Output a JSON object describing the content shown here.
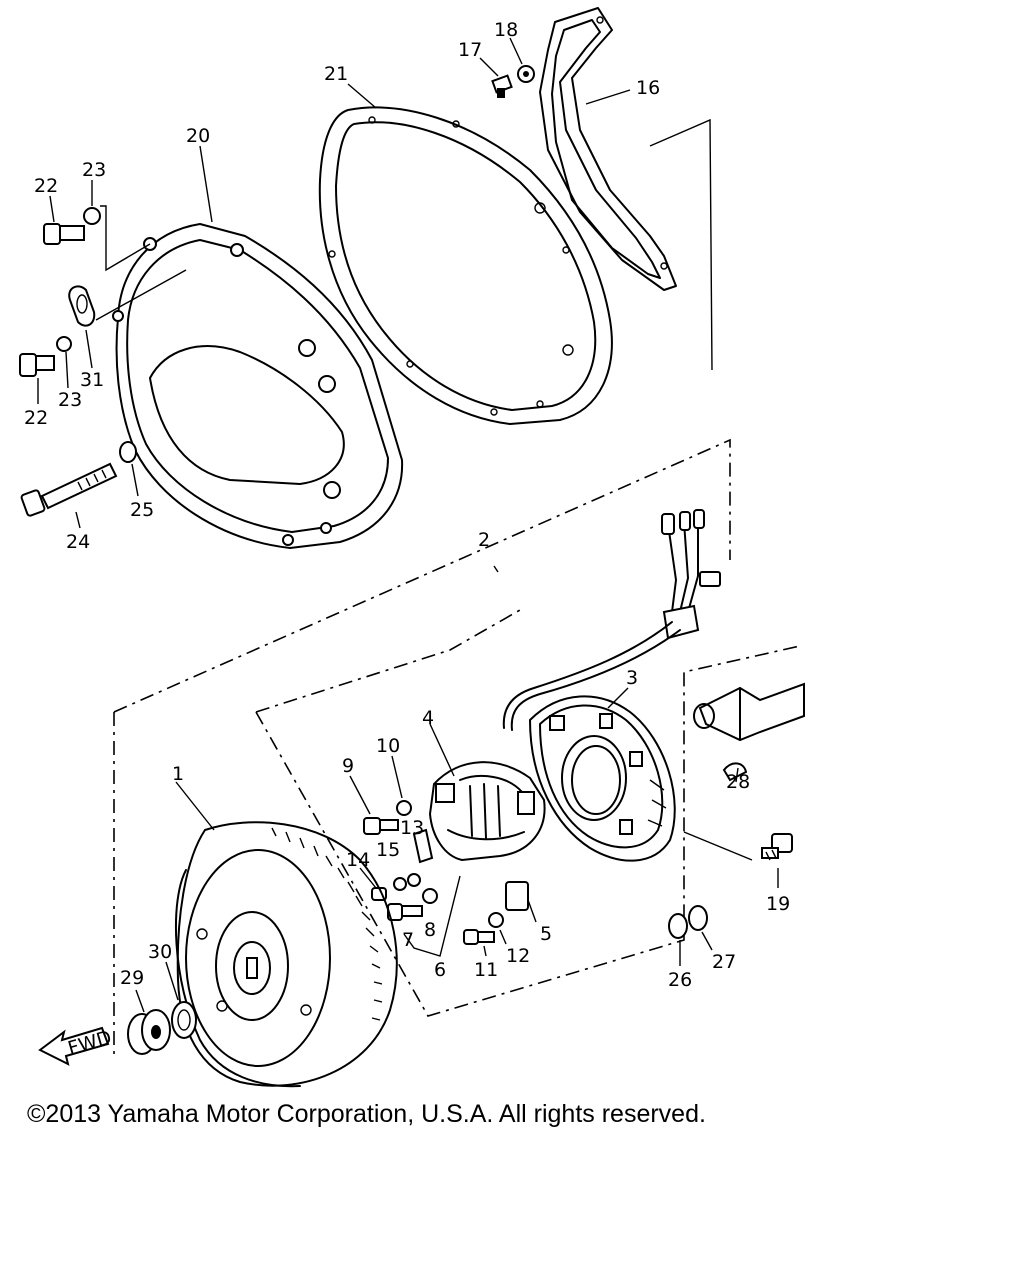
{
  "callouts": {
    "c1": "1",
    "c2": "2",
    "c3": "3",
    "c4": "4",
    "c5": "5",
    "c6": "6",
    "c7": "7",
    "c8": "8",
    "c9": "9",
    "c10": "10",
    "c11": "11",
    "c12": "12",
    "c13": "13",
    "c14": "14",
    "c15": "15",
    "c16": "16",
    "c17": "17",
    "c18": "18",
    "c19": "19",
    "c20": "20",
    "c21": "21",
    "c22a": "22",
    "c22b": "22",
    "c23a": "23",
    "c23b": "23",
    "c24": "24",
    "c25": "25",
    "c26": "26",
    "c27": "27",
    "c28": "28",
    "c29": "29",
    "c30": "30",
    "c31": "31"
  },
  "fwd_label": "FWD",
  "copyright": "©2013 Yamaha Motor Corporation, U.S.A. All rights reserved."
}
